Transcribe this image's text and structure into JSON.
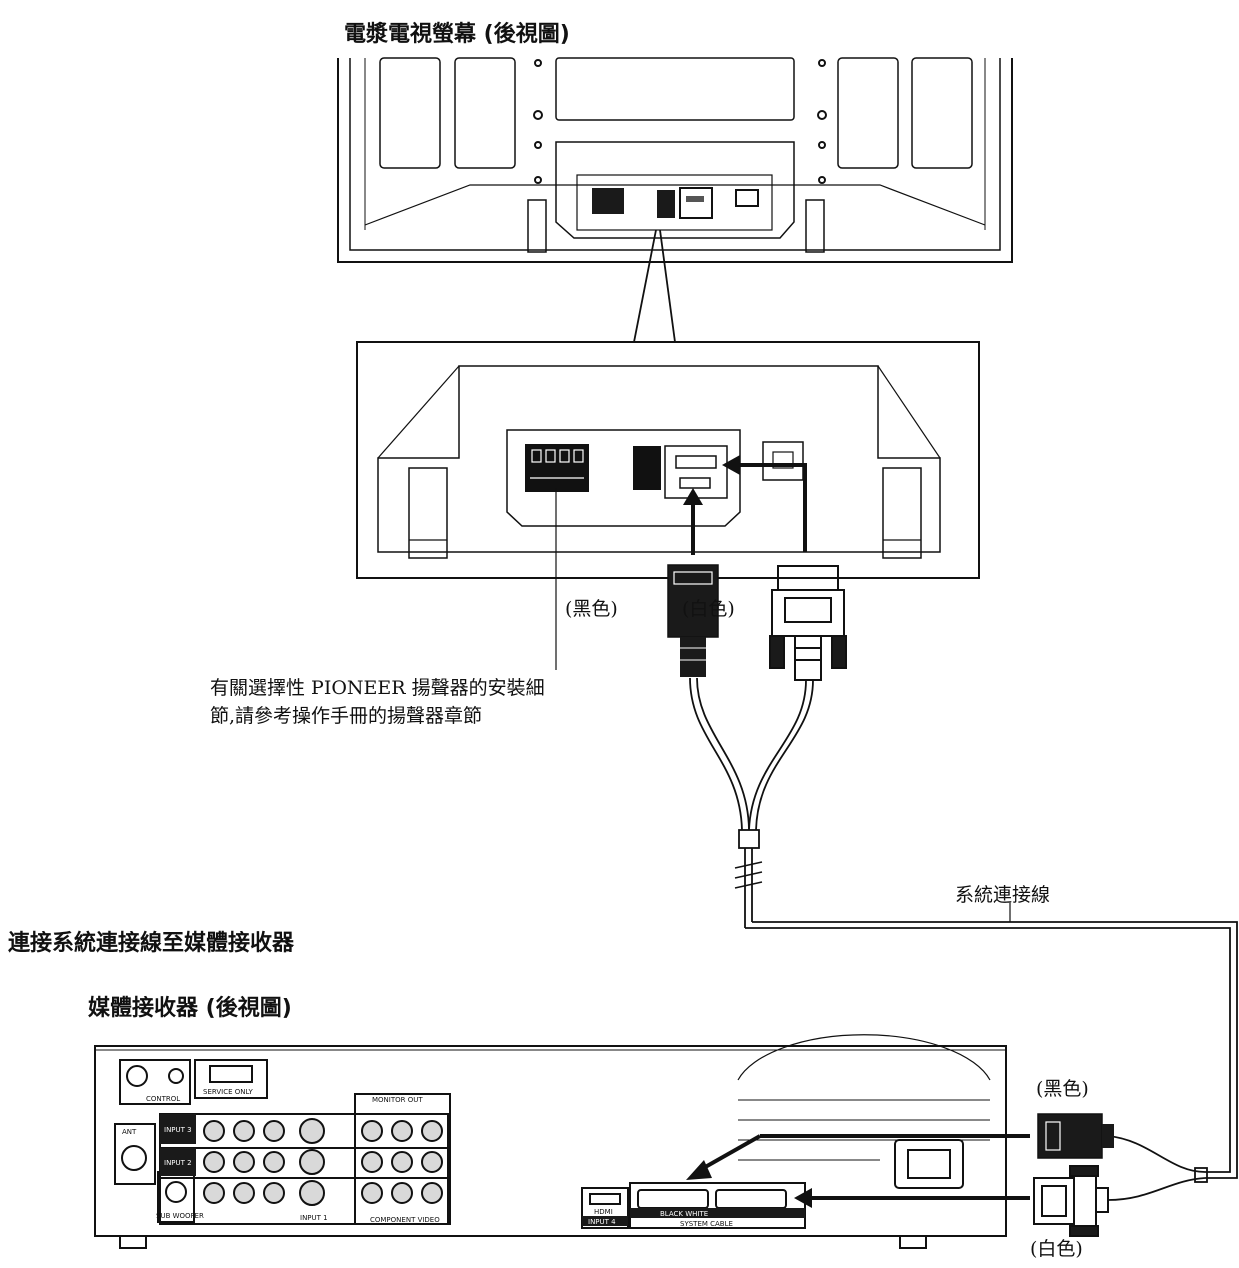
{
  "headings": {
    "monitor_rear": "電漿電視螢幕 (後視圖)",
    "connect_instruction": "連接系統連接線至媒體接收器",
    "receiver_rear": "媒體接收器 (後視圖)"
  },
  "labels": {
    "black_top": "(黑色)",
    "white_top": "(白色)",
    "system_cable": "系統連接線",
    "black_right": "(黑色)",
    "white_right": "(白色)"
  },
  "note": {
    "line1": "有關選擇性 PIONEER 揚聲器的安裝細",
    "line2": "節,請參考操作手冊的揚聲器章節"
  },
  "receiver_panel": {
    "control": "CONTROL",
    "service_only": "SERVICE ONLY",
    "input3": "INPUT 3",
    "input2": "INPUT 2",
    "input1": "INPUT 1",
    "monitor_out": "MONITOR OUT",
    "component_video": "COMPONENT VIDEO",
    "hdmi": "HDMI",
    "input4": "INPUT 4",
    "black_white": "BLACK WHITE",
    "system_cable": "SYSTEM CABLE",
    "sub_woofer": "SUB WOOFER",
    "ant": "ANT"
  },
  "colors": {
    "line": "#111111",
    "panel_fill": "#ffffff",
    "jack_fill": "#d9d9d9",
    "dark": "#1a1a1a"
  }
}
